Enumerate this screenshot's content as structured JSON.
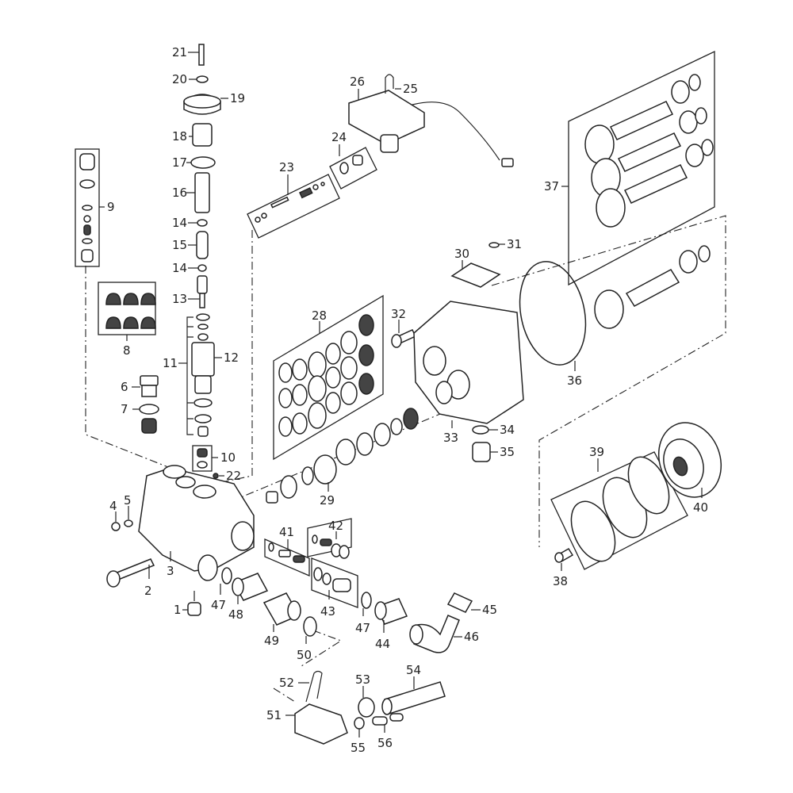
{
  "title": "Pump exploded parts diagram",
  "callouts": {
    "c1": "1",
    "c2": "2",
    "c3": "3",
    "c4": "4",
    "c5": "5",
    "c6": "6",
    "c7": "7",
    "c8": "8",
    "c9": "9",
    "c10": "10",
    "c11": "11",
    "c12": "12",
    "c13": "13",
    "c14a": "14",
    "c14b": "14",
    "c15": "15",
    "c16": "16",
    "c17": "17",
    "c18": "18",
    "c19": "19",
    "c20": "20",
    "c21": "21",
    "c22": "22",
    "c23": "23",
    "c24": "24",
    "c25": "25",
    "c26": "26",
    "c28": "28",
    "c29": "29",
    "c30": "30",
    "c31": "31",
    "c32": "32",
    "c33": "33",
    "c34": "34",
    "c35": "35",
    "c36": "36",
    "c37": "37",
    "c38": "38",
    "c39": "39",
    "c40": "40",
    "c41": "41",
    "c42": "42",
    "c43": "43",
    "c44": "44",
    "c45": "45",
    "c46": "46",
    "c47a": "47",
    "c47b": "47",
    "c48": "48",
    "c49": "49",
    "c50": "50",
    "c51": "51",
    "c52": "52",
    "c53": "53",
    "c54": "54",
    "c55": "55",
    "c56": "56"
  }
}
